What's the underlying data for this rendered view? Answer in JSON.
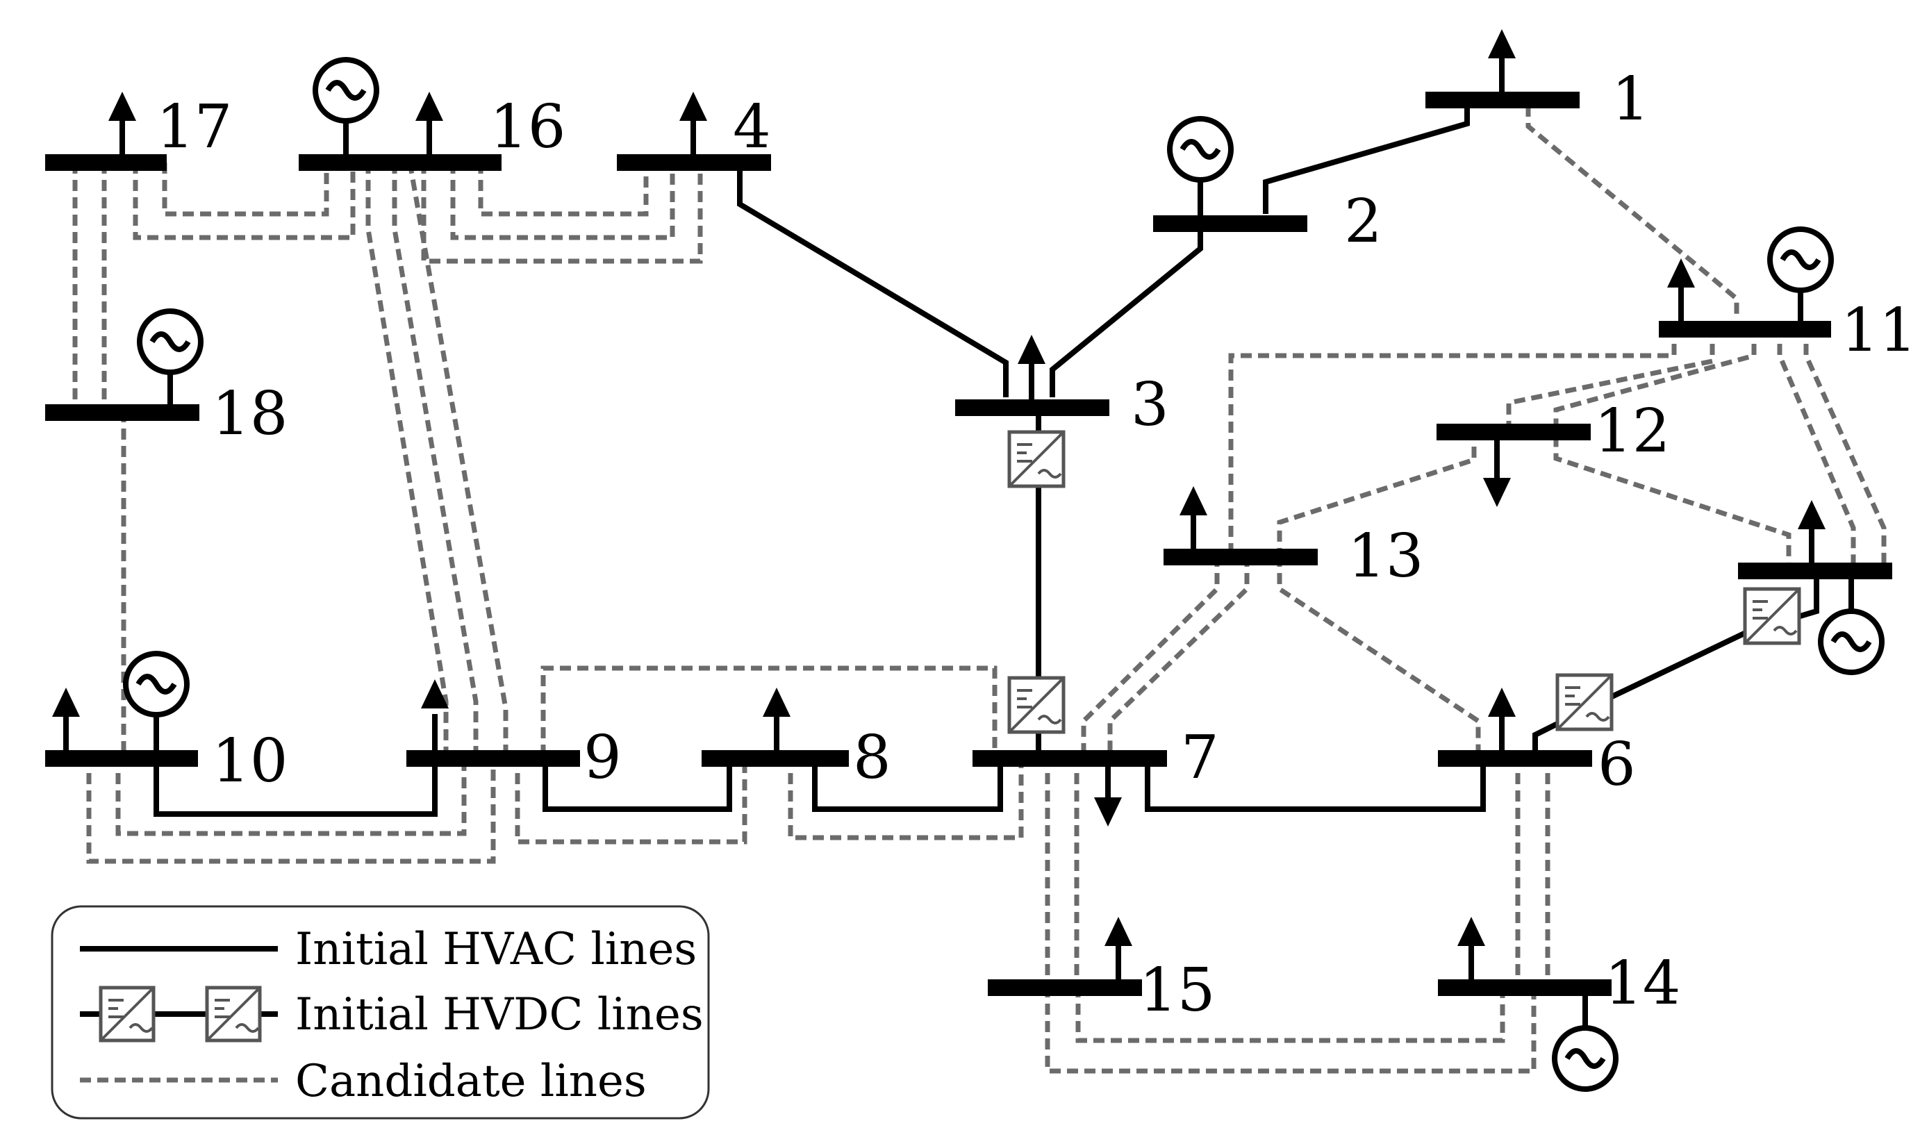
{
  "diagram": {
    "buses": [
      {
        "id": "1",
        "label": "1"
      },
      {
        "id": "2",
        "label": "2"
      },
      {
        "id": "3",
        "label": "3"
      },
      {
        "id": "4",
        "label": "4"
      },
      {
        "id": "6",
        "label": "6"
      },
      {
        "id": "7",
        "label": "7"
      },
      {
        "id": "8",
        "label": "8"
      },
      {
        "id": "9",
        "label": "9"
      },
      {
        "id": "10",
        "label": "10"
      },
      {
        "id": "11",
        "label": "11"
      },
      {
        "id": "12",
        "label": "12"
      },
      {
        "id": "13",
        "label": "13"
      },
      {
        "id": "14",
        "label": "14"
      },
      {
        "id": "15",
        "label": "15"
      },
      {
        "id": "16",
        "label": "16"
      },
      {
        "id": "17",
        "label": "17"
      },
      {
        "id": "18",
        "label": "18"
      }
    ],
    "legend": {
      "hvac": "Initial HVAC lines",
      "hvdc": "Initial HVDC lines",
      "candidate": "Candidate lines"
    }
  }
}
